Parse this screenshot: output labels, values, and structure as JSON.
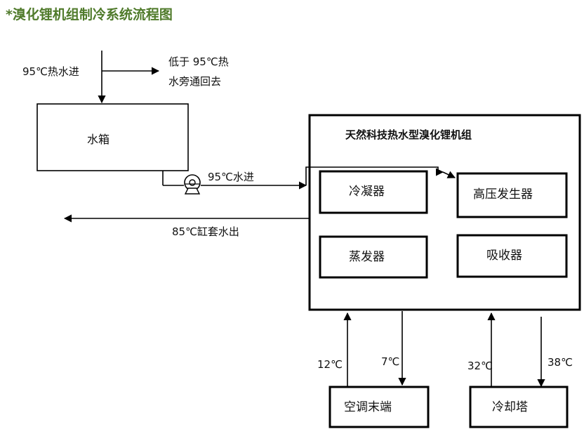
{
  "title": "*溴化锂机组制冷系统流程图",
  "colors": {
    "title": "#4f7a2a",
    "line": "#000000",
    "background": "#ffffff"
  },
  "labels": {
    "hot_in": "95℃热水进",
    "bypass": [
      "低于 95℃热",
      "水旁通回去"
    ],
    "tank": "水箱",
    "water_in": "95℃水进",
    "jacket_out": "85℃缸套水出",
    "unit_title": "天然科技热水型溴化锂机组",
    "condenser": "冷凝器",
    "generator": "高压发生器",
    "evaporator": "蒸发器",
    "absorber": "吸收器",
    "t12": "12℃",
    "t7": "7℃",
    "t32": "32℃",
    "t38": "38℃",
    "ac_terminal": "空调末端",
    "cooling_tower": "冷却塔"
  },
  "icons": {
    "pump": "pump-icon"
  }
}
